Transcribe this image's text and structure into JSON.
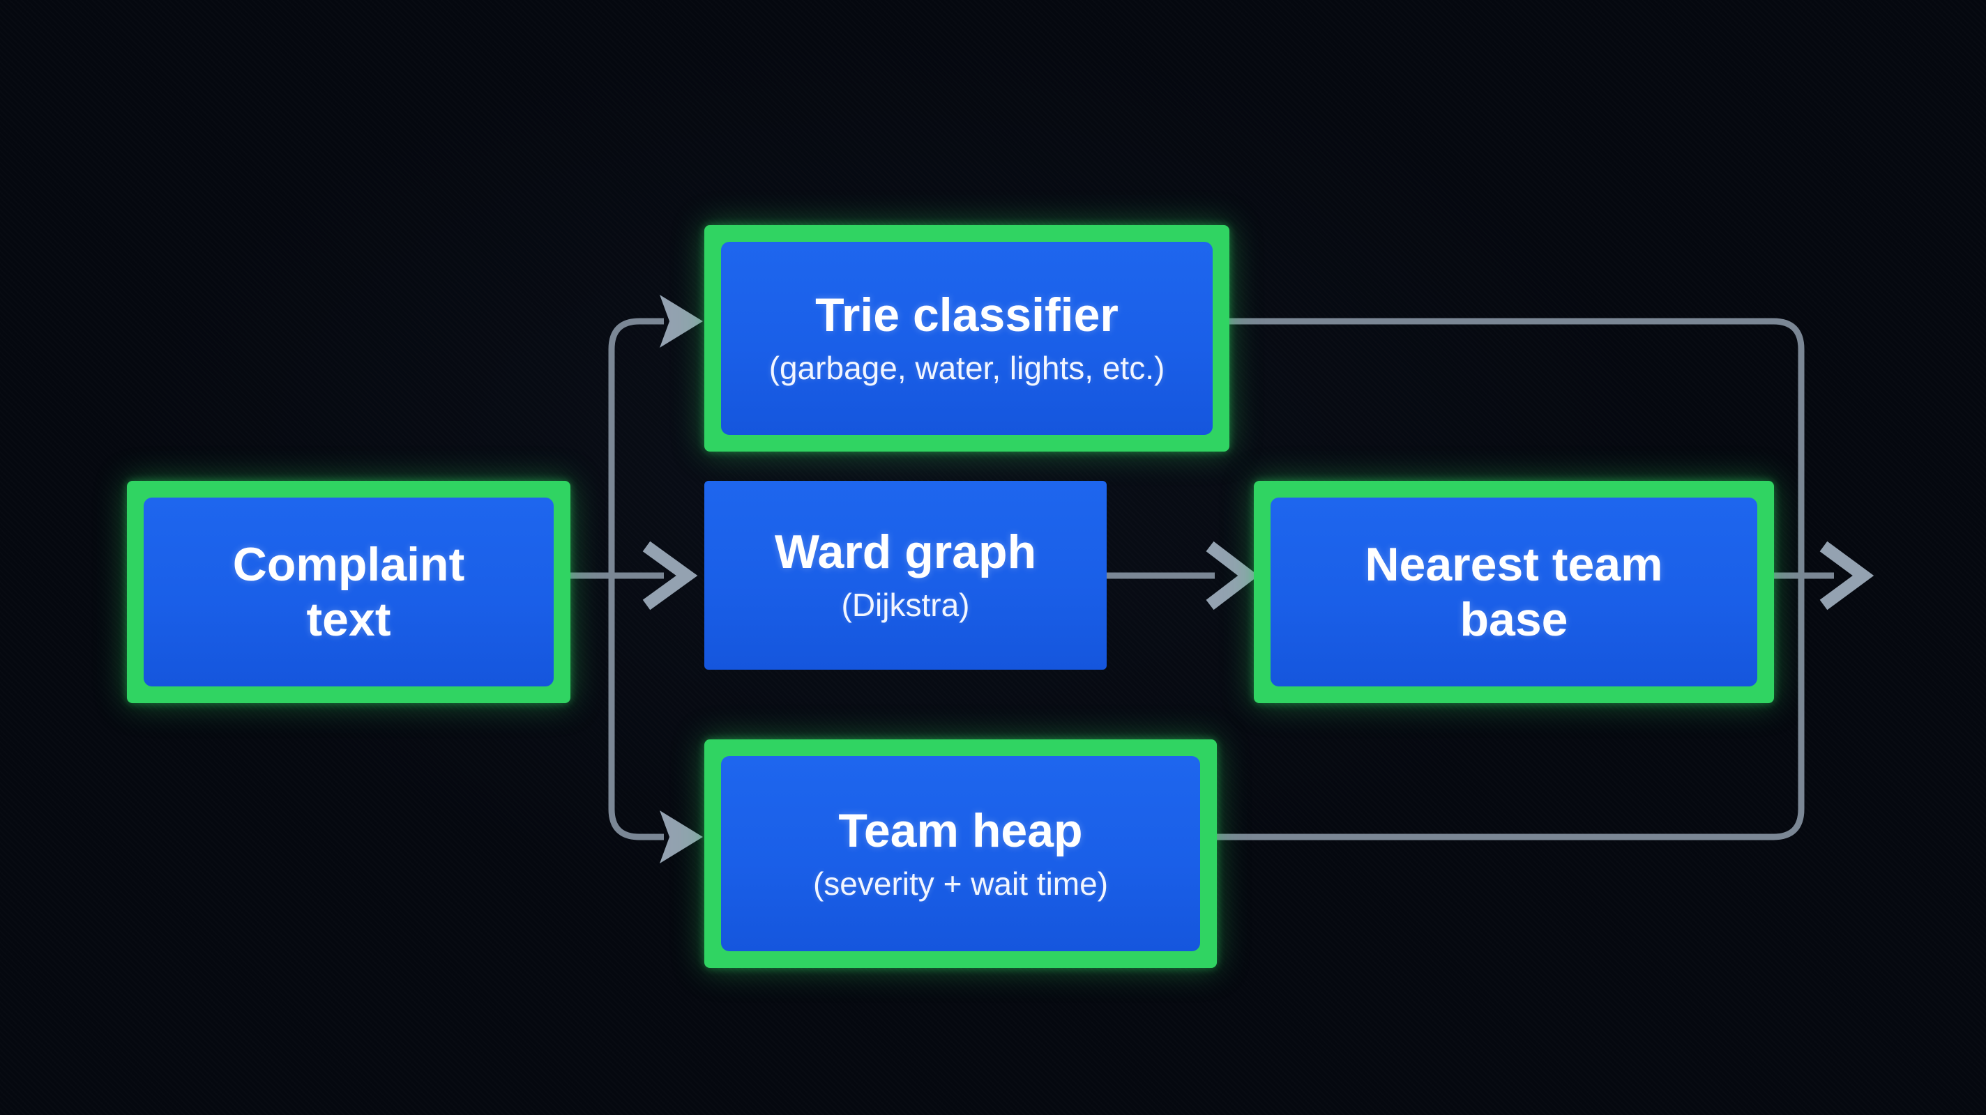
{
  "diagram": {
    "colors": {
      "background": "#05080f",
      "node_fill_blue": "#1a5fe8",
      "highlight_border_green": "#30d462",
      "connector_gray": "#7b8795",
      "arrowhead_gray": "#94a2b1",
      "text": "#ffffff"
    },
    "nodes": [
      {
        "id": "complaint-text",
        "title": "Complaint\ntext",
        "subtitle": "",
        "highlighted": true
      },
      {
        "id": "trie-classifier",
        "title": "Trie classifier",
        "subtitle": "(garbage, water, lights, etc.)",
        "highlighted": true
      },
      {
        "id": "ward-graph",
        "title": "Ward graph",
        "subtitle": "(Dijkstra)",
        "highlighted": false
      },
      {
        "id": "nearest-team-base",
        "title": "Nearest team\nbase",
        "subtitle": "",
        "highlighted": true
      },
      {
        "id": "team-heap",
        "title": "Team heap",
        "subtitle": "(severity + wait time)",
        "highlighted": true
      }
    ],
    "edges": [
      {
        "from": "complaint-text",
        "to": "trie-classifier"
      },
      {
        "from": "complaint-text",
        "to": "ward-graph"
      },
      {
        "from": "complaint-text",
        "to": "team-heap"
      },
      {
        "from": "ward-graph",
        "to": "nearest-team-base"
      },
      {
        "from": "trie-classifier",
        "to": "merged-output"
      },
      {
        "from": "team-heap",
        "to": "merged-output"
      },
      {
        "from": "nearest-team-base",
        "to": "merged-output"
      }
    ]
  }
}
